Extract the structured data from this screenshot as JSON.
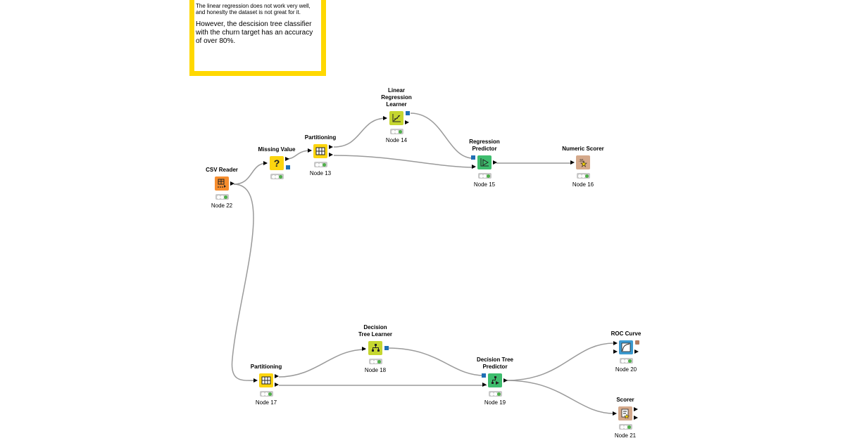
{
  "annotation": {
    "line1": "The linear regression does not work very well, and honeslty the dataset is not great for it.",
    "line2": "However, the descision tree classifier with the churn target has an accuracy of over 80%.",
    "border_color": "#ffd800"
  },
  "nodes": {
    "csv_reader": {
      "title": "CSV Reader",
      "label": "Node 22",
      "color": "#f68d2e",
      "icon": "table-reader-icon"
    },
    "missing_value": {
      "title": "Missing Value",
      "label": "",
      "color": "#fcd50f",
      "icon": "question-mark-icon",
      "glyph": "?"
    },
    "partitioning_top": {
      "title": "Partitioning",
      "label": "Node 13",
      "color": "#fcd50f",
      "icon": "partition-grid-icon"
    },
    "linear_regression_learner": {
      "title": "Linear Regression Learner",
      "label": "Node 14",
      "color": "#c5d630",
      "icon": "regression-chart-icon"
    },
    "regression_predictor": {
      "title": "Regression Predictor",
      "label": "Node 15",
      "color": "#3ebd6e",
      "icon": "predictor-icon"
    },
    "numeric_scorer": {
      "title": "Numeric Scorer",
      "label": "Node 16",
      "color": "#d5a98b",
      "icon": "scorer-star-icon"
    },
    "partitioning_bottom": {
      "title": "Partitioning",
      "label": "Node 17",
      "color": "#fcd50f",
      "icon": "partition-grid-icon"
    },
    "decision_tree_learner": {
      "title": "Decision Tree Learner",
      "label": "Node 18",
      "color": "#c5d630",
      "icon": "decision-tree-icon"
    },
    "decision_tree_predictor": {
      "title": "Decision Tree Predictor",
      "label": "Node 19",
      "color": "#3ebd6e",
      "icon": "decision-tree-predictor-icon"
    },
    "roc_curve": {
      "title": "ROC Curve",
      "label": "Node 20",
      "color": "#3c9ad0",
      "icon": "roc-curve-icon"
    },
    "scorer": {
      "title": "Scorer",
      "label": "Node 21",
      "color": "#d5a98b",
      "icon": "scorer-icon"
    }
  },
  "colors": {
    "wire": "#9a9a9a",
    "model_port": "#1f6fb5",
    "status_green": "#4fb04a"
  }
}
